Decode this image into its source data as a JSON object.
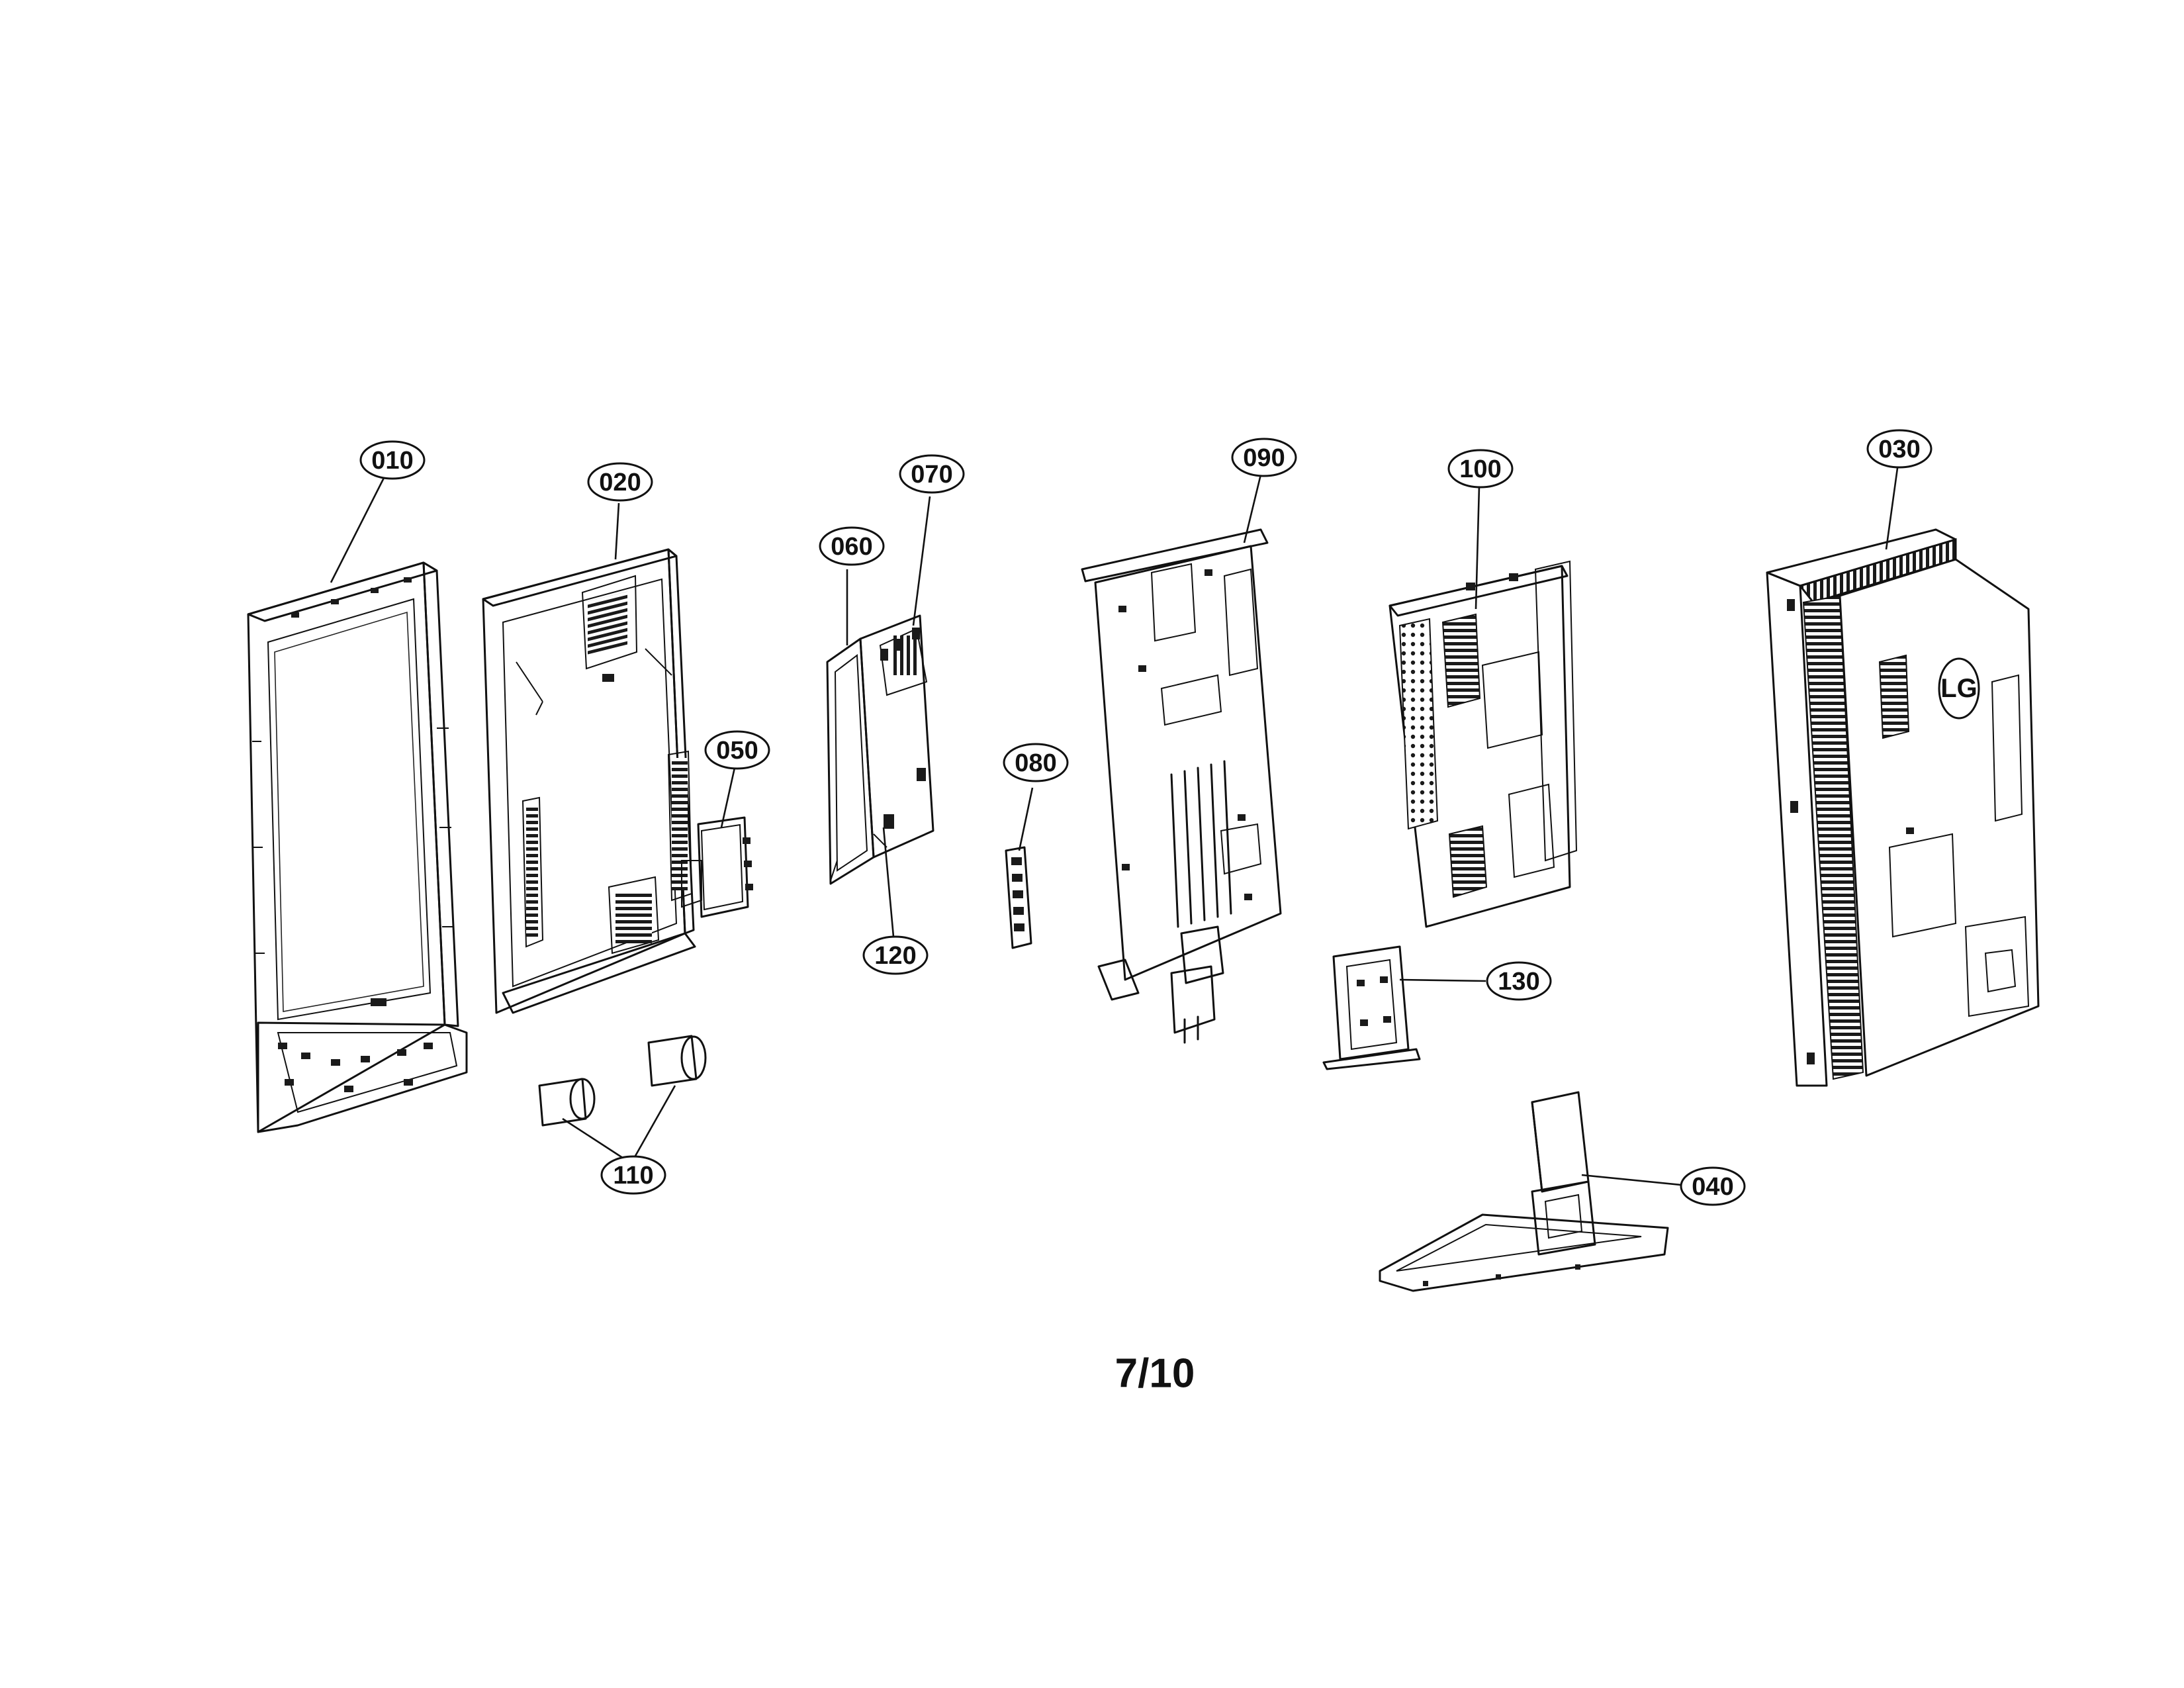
{
  "diagram": {
    "page_number": "7/10",
    "brand_logo": "LG",
    "callouts": [
      {
        "id": "c010",
        "label": "010"
      },
      {
        "id": "c020",
        "label": "020"
      },
      {
        "id": "c050",
        "label": "050"
      },
      {
        "id": "c060",
        "label": "060"
      },
      {
        "id": "c070",
        "label": "070"
      },
      {
        "id": "c120",
        "label": "120"
      },
      {
        "id": "c080",
        "label": "080"
      },
      {
        "id": "c090",
        "label": "090"
      },
      {
        "id": "c100",
        "label": "100"
      },
      {
        "id": "c130",
        "label": "130"
      },
      {
        "id": "c030",
        "label": "030"
      },
      {
        "id": "c040",
        "label": "040"
      },
      {
        "id": "c110",
        "label": "110"
      }
    ]
  }
}
